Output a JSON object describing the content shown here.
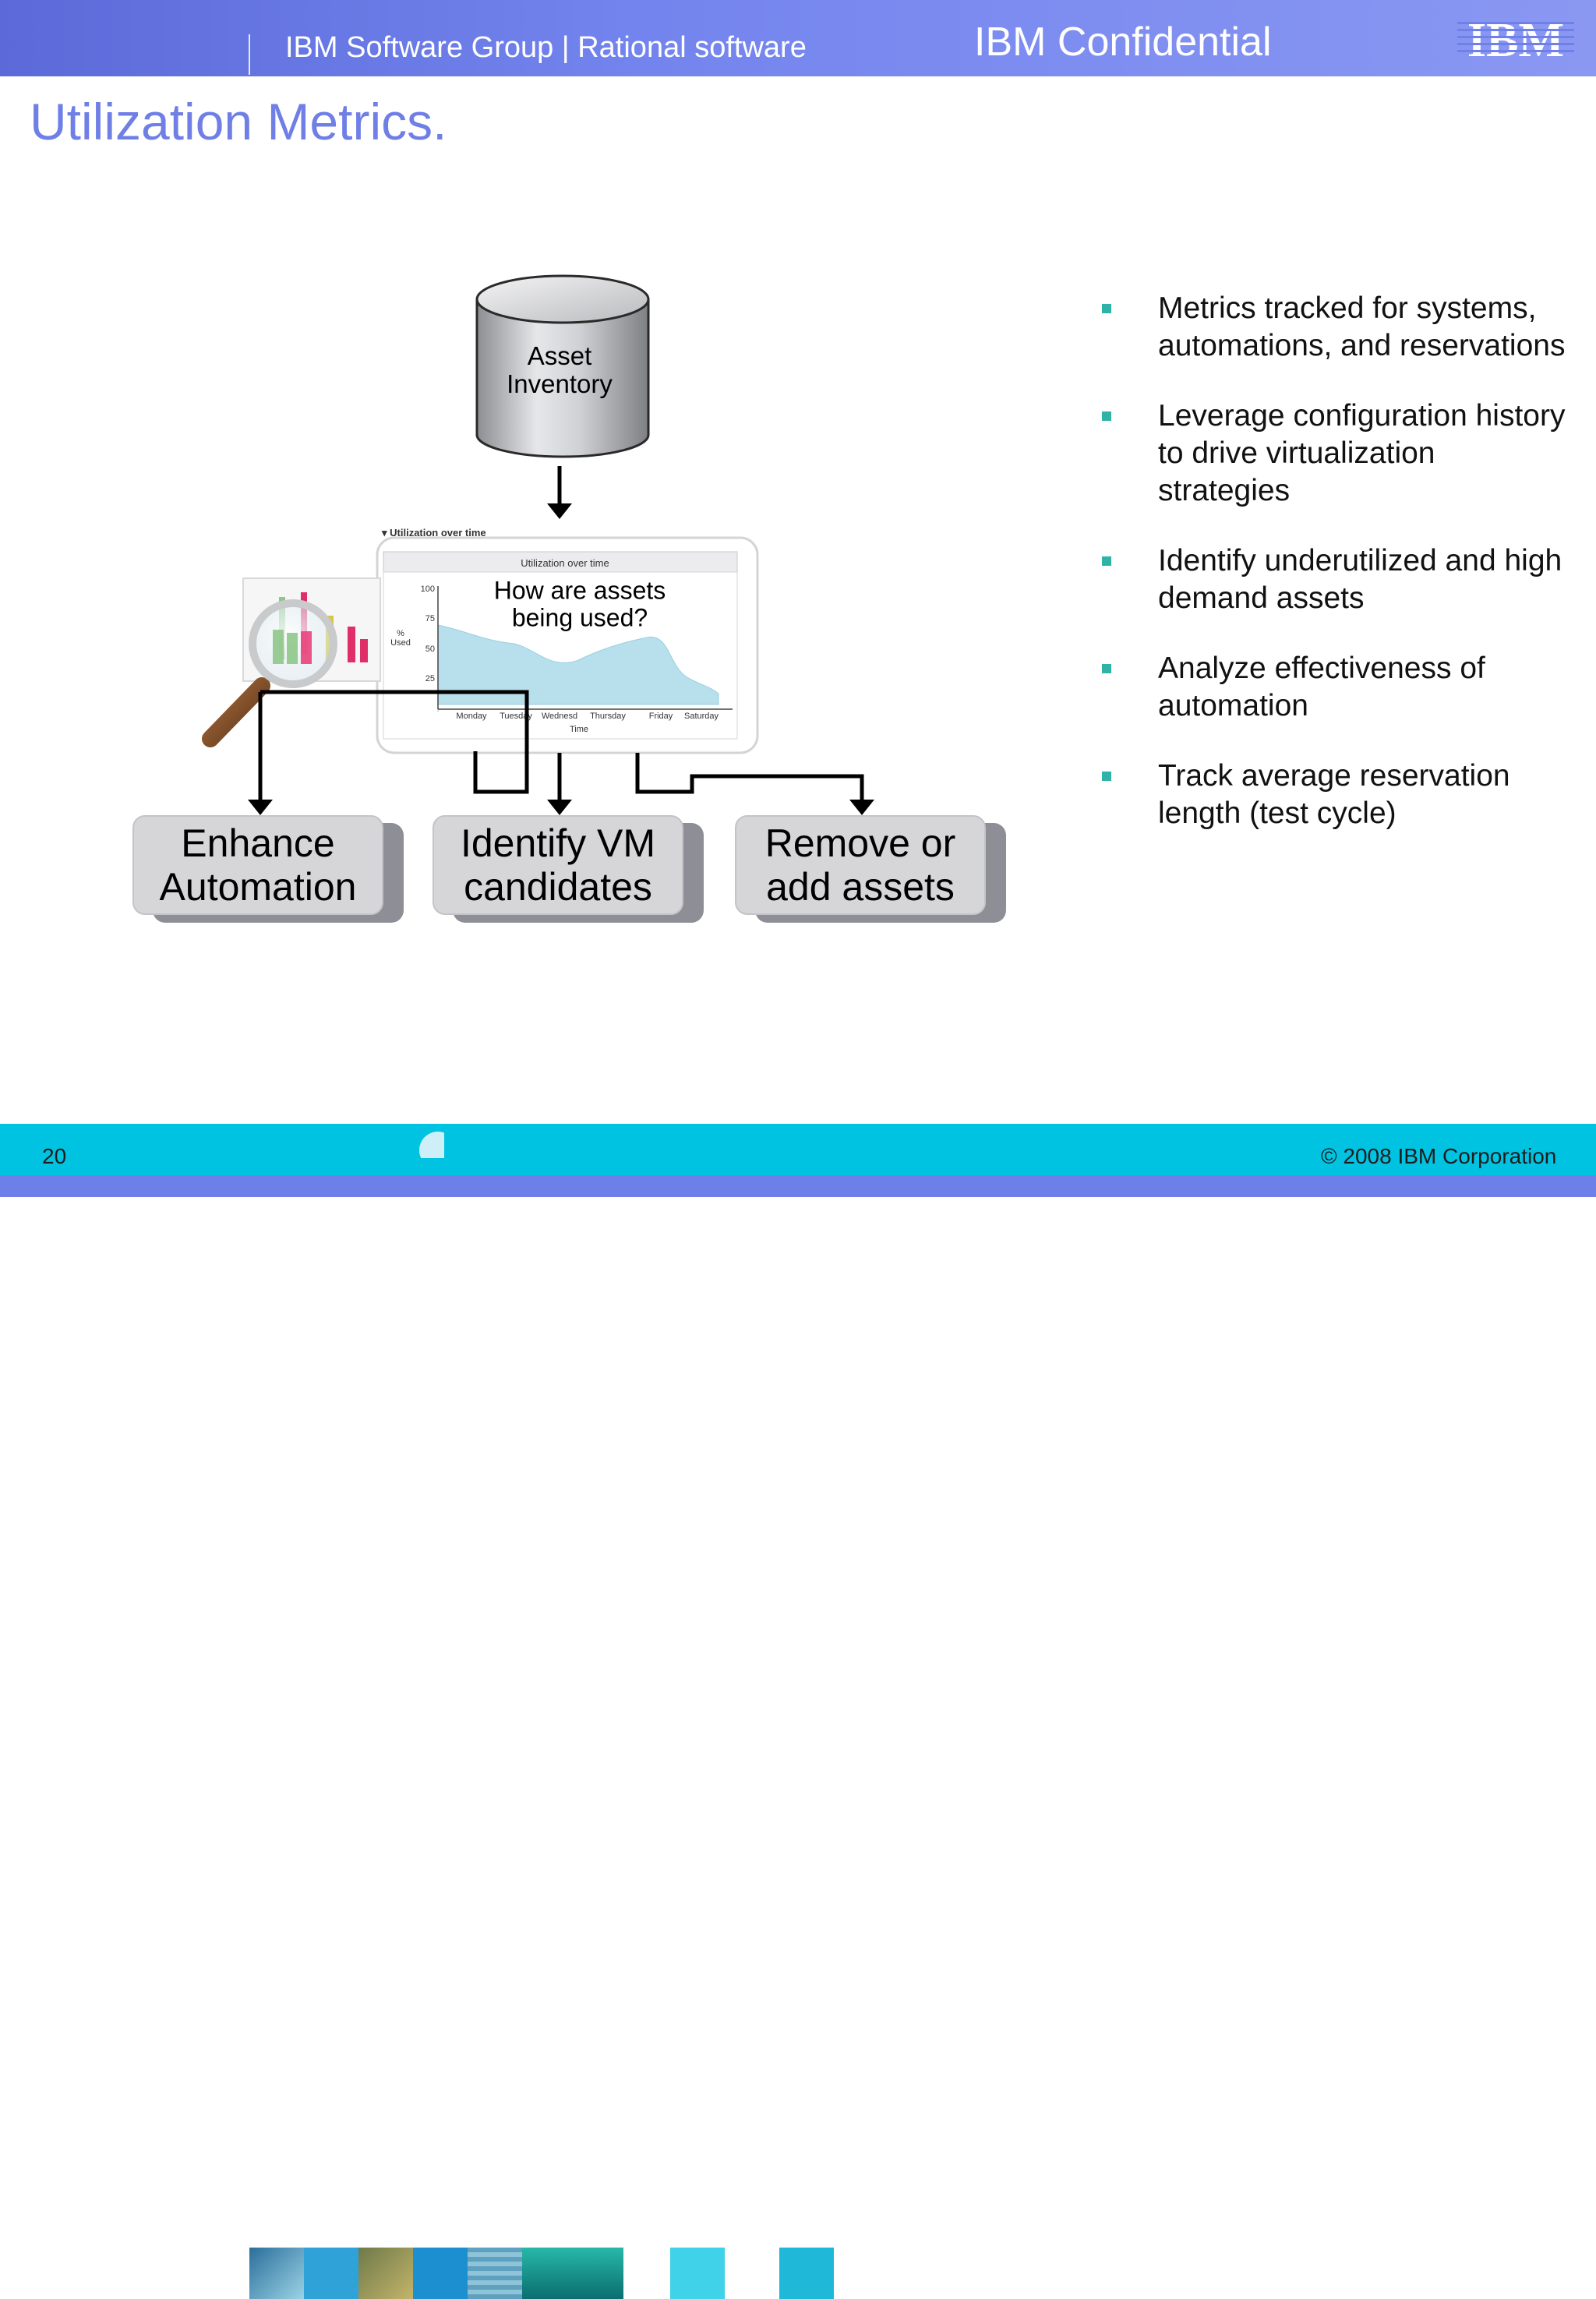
{
  "header": {
    "group": "IBM Software Group | Rational software",
    "confidential": "IBM Confidential",
    "logo": "IBM"
  },
  "slide": {
    "title": "Utilization Metrics."
  },
  "diagram": {
    "database_label": "Asset\nInventory",
    "chart": {
      "section_header": "▾ Utilization over time",
      "inner_title": "Utilization over time",
      "question": "How are assets\nbeing used?",
      "ylabel": "%\nUsed",
      "xlabel": "Time",
      "yticks": [
        "100",
        "75",
        "50",
        "25"
      ],
      "xticks": [
        "Monday",
        "Tuesday",
        "Wednesd",
        "Thursday",
        "Friday",
        "Saturday"
      ]
    },
    "boxes": [
      {
        "label": "Enhance\nAutomation"
      },
      {
        "label": "Identify VM\ncandidates"
      },
      {
        "label": "Remove or\nadd assets"
      }
    ]
  },
  "bullets": [
    "Metrics tracked for systems, automations, and reservations",
    "Leverage configuration history to drive virtualization strategies",
    "Identify underutilized and high demand assets",
    "Analyze effectiveness of automation",
    "Track average reservation length (test cycle)"
  ],
  "footer": {
    "page_number": "20",
    "copyright": "© 2008 IBM Corporation"
  }
}
